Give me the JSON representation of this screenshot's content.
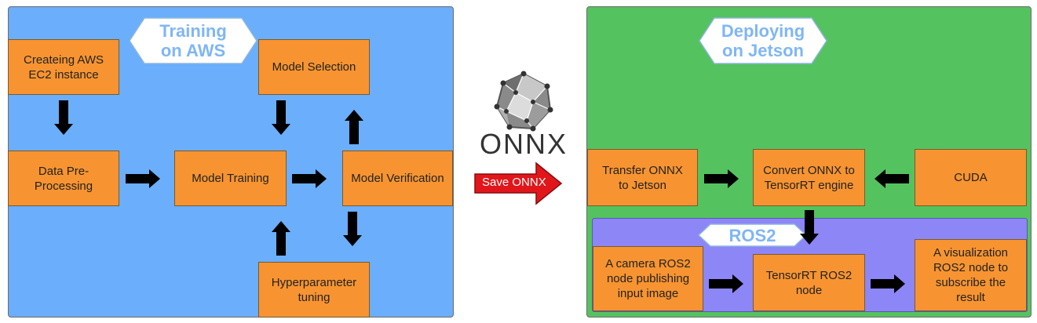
{
  "colors": {
    "training_panel": "#6aaefc",
    "deploy_panel": "#54c35f",
    "ros_panel": "#8c86f7",
    "box": "#f79431",
    "arrow": "#000000",
    "save_arrow": "#e0161b",
    "title_text": "#7fb6f6"
  },
  "training": {
    "title_line1": "Training",
    "title_line2": "on AWS",
    "boxes": {
      "aws": "Createing AWS EC2 instance",
      "data": "Data Pre-Processing",
      "training": "Model Training",
      "selection": "Model Selection",
      "verification": "Model Verification",
      "hyper": "Hyperparameter tuning"
    }
  },
  "middle": {
    "logo_text": "ONNX",
    "save_label": "Save ONNX"
  },
  "deploy": {
    "title_line1": "Deploying",
    "title_line2": "on Jetson",
    "boxes": {
      "transfer": "Transfer ONNX to Jetson",
      "convert": "Convert ONNX to TensorRT engine",
      "cuda": "CUDA"
    },
    "ros": {
      "title": "ROS2",
      "boxes": {
        "camera": "A camera ROS2 node publishing input image",
        "tensorrt": "TensorRT ROS2 node",
        "visualization": "A visualization ROS2 node to subscribe the result"
      }
    }
  }
}
